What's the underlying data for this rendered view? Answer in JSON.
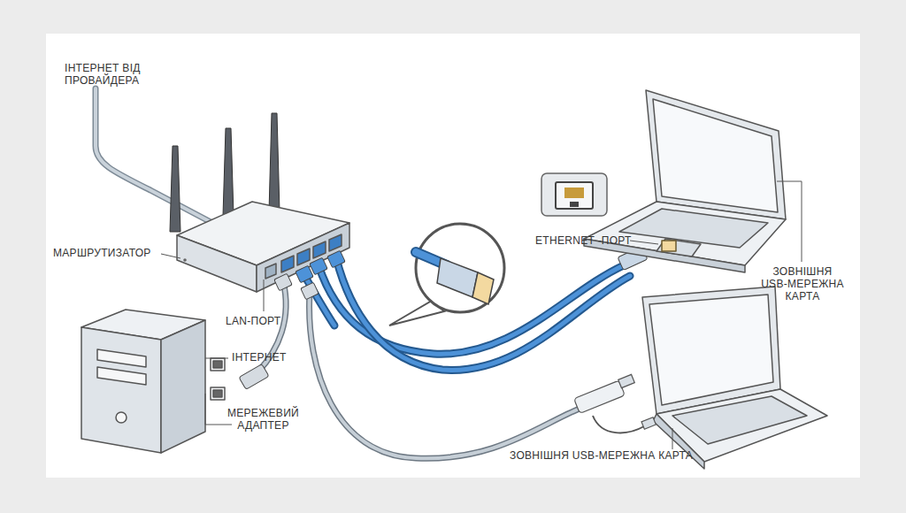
{
  "diagram": {
    "labels": [
      "ІНТЕРНЕТ ВІД ПРОВАЙДЕРА",
      "МАРШРУТИЗАТОР",
      "LAN-ПОРТ",
      "ETHERNET -ПОРТ",
      "ЗОВНІШНЯ USB-МЕРЕЖНА КАРТА",
      "ІНТЕРНЕТ",
      "МЕРЕЖЕВИЙ АДАПТЕР",
      "ЗОВНІШНЯ USB-МЕРЕЖНА КАРТА"
    ]
  }
}
